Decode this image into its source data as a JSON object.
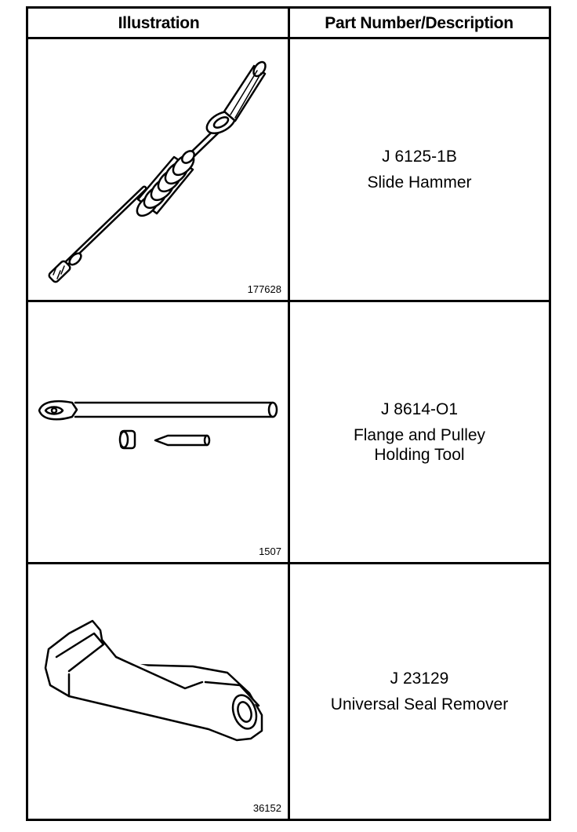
{
  "header": {
    "illustration": "Illustration",
    "part_description": "Part Number/Description"
  },
  "rows": [
    {
      "figure_number": "177628",
      "part_number": "J 6125-1B",
      "description": [
        "Slide Hammer"
      ]
    },
    {
      "figure_number": "1507",
      "part_number": "J 8614-O1",
      "description": [
        "Flange and Pulley",
        "Holding Tool"
      ]
    },
    {
      "figure_number": "36152",
      "part_number": "J 23129",
      "description": [
        "Universal Seal Remover"
      ]
    }
  ]
}
